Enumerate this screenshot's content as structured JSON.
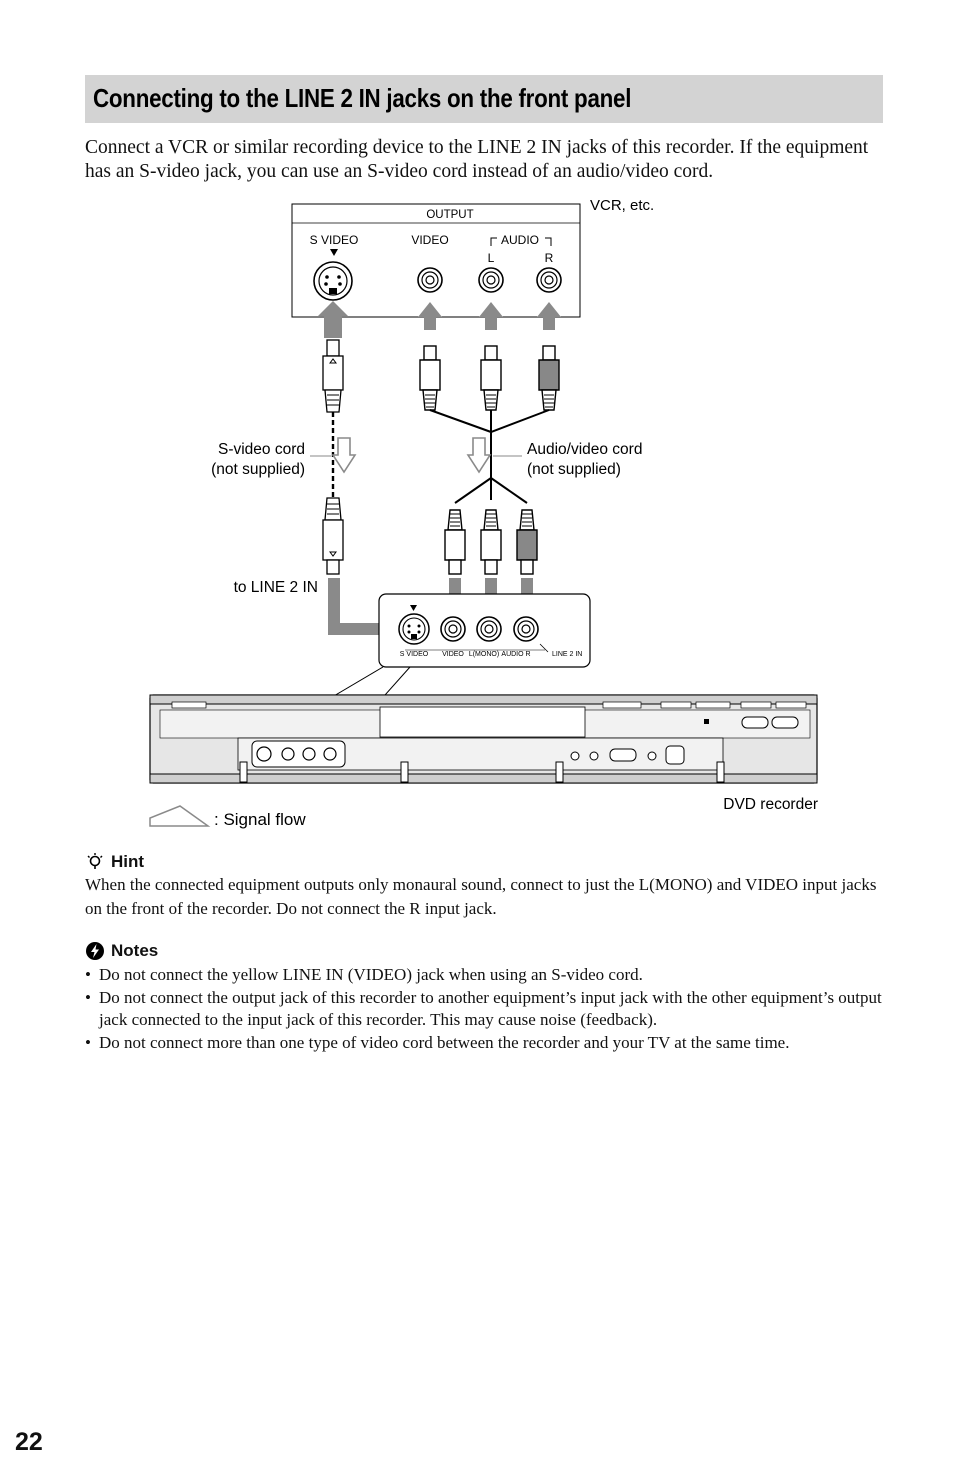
{
  "header": {
    "title": "Connecting to the LINE 2 IN jacks on the front panel"
  },
  "intro": "Connect a VCR or similar recording device to the LINE 2 IN jacks of this recorder. If the equipment has an S-video jack, you can use an S-video cord instead of an audio/video cord.",
  "diagram": {
    "vcr_label": "VCR, etc.",
    "output_label": "OUTPUT",
    "svideo_label": "S VIDEO",
    "video_label": "VIDEO",
    "audio_label": "AUDIO",
    "left_label": "L",
    "right_label": "R",
    "svideo_cord_line1": "S-video cord",
    "svideo_cord_line2": "(not supplied)",
    "av_cord_line1": "Audio/video cord",
    "av_cord_line2": "(not supplied)",
    "to_line2_label": "to LINE 2 IN",
    "panel_svideo": "S VIDEO",
    "panel_video": "VIDEO",
    "panel_lmono": "L(MONO)",
    "panel_audio_r": "AUDIO  R",
    "panel_line2": "LINE 2 IN",
    "dvd_recorder_label": "DVD recorder",
    "signal_flow_label": ": Signal flow",
    "colors": {
      "yellow_plug": "#ffffff",
      "red_plug": "#888888",
      "arrow_gray": "#8a8a8a"
    }
  },
  "hint": {
    "title": "Hint",
    "text": "When the connected equipment outputs only monaural sound, connect to just the L(MONO) and VIDEO input jacks on the front of the recorder. Do not connect the R input jack."
  },
  "notes": {
    "title": "Notes",
    "items": [
      "Do not connect the yellow LINE IN (VIDEO) jack when using an S-video cord.",
      "Do not connect the output jack of this recorder to another equipment’s input jack with the other equipment’s output jack connected to the input jack of this recorder. This may cause noise (feedback).",
      "Do not connect more than one type of video cord between the recorder and your TV at the same time."
    ]
  },
  "page_number": "22"
}
